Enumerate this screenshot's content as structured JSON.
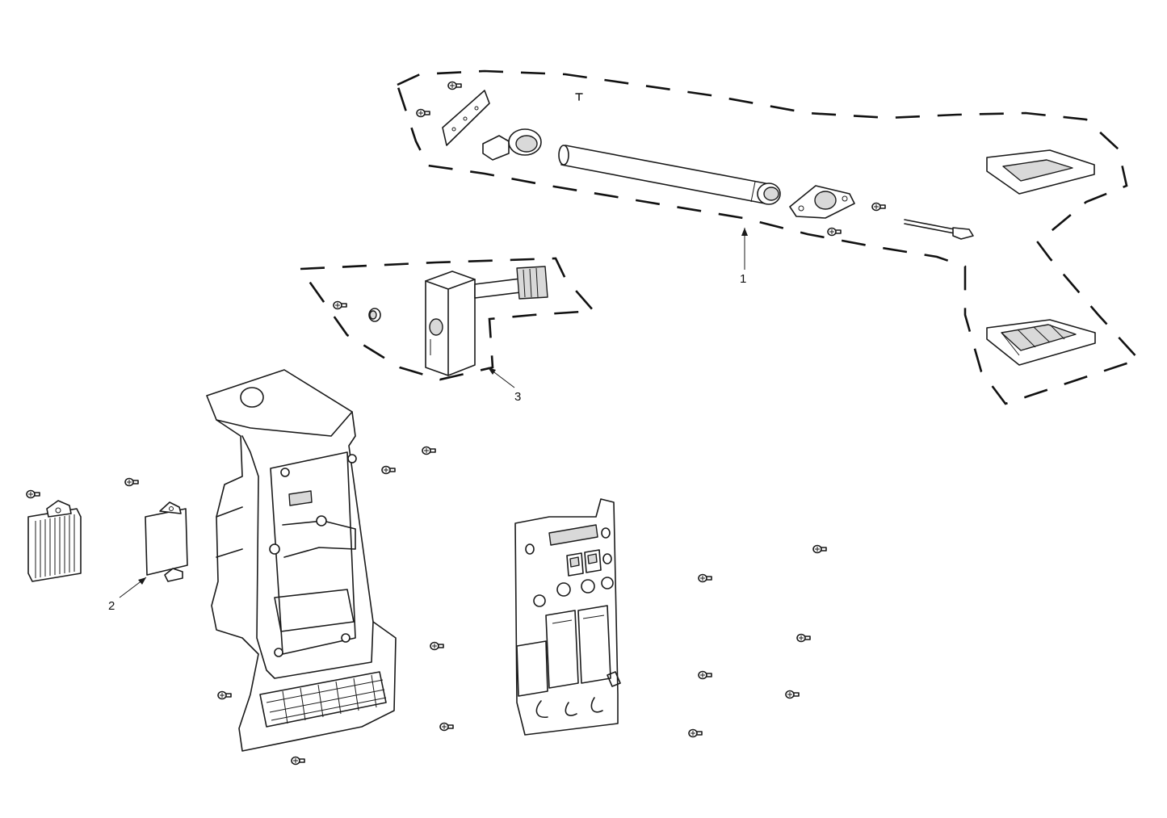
{
  "callouts": [
    {
      "id": "1",
      "label": "1"
    },
    {
      "id": "2",
      "label": "2"
    },
    {
      "id": "3",
      "label": "3"
    }
  ],
  "colors": {
    "line": "#1a1a1a",
    "background": "#ffffff",
    "fill": "#d9d9d9"
  }
}
